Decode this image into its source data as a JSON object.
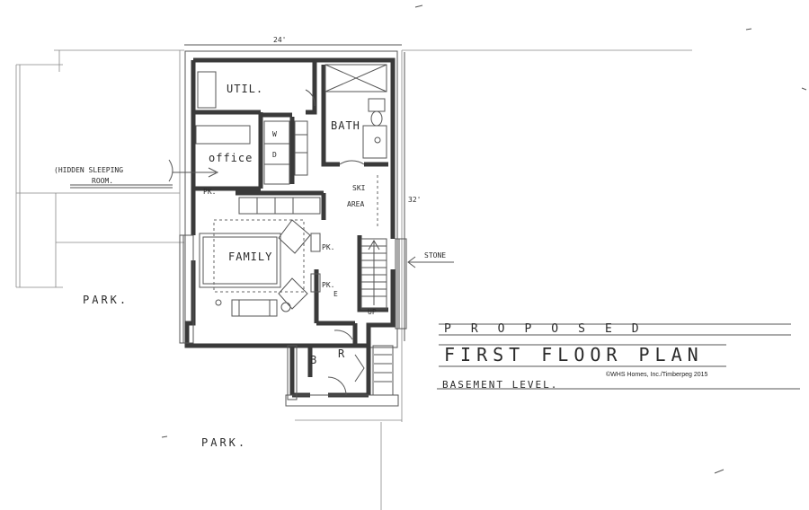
{
  "labels": {
    "width_dim": "24'",
    "height_dim": "32'",
    "util": "UTIL.",
    "bath": "BATH",
    "office": "office",
    "ski_area_1": "SKI",
    "ski_area_2": "AREA",
    "family": "FAMILY",
    "hidden_room_1": "(HIDDEN SLEEPING",
    "hidden_room_2": "ROOM.",
    "stone": "STONE",
    "up": "UP",
    "bench": "B",
    "r": "R",
    "wd_w": "W",
    "wd_d": "D",
    "pk_1": "PK.",
    "pk_2": "PK.",
    "pk_3": "PK.",
    "pk_e": "E",
    "park_1": "PARK.",
    "park_2": "PARK."
  },
  "title": {
    "line1": "PROPOSED",
    "line2": "FIRST FLOOR PLAN",
    "line3": "BASEMENT LEVEL."
  },
  "copyright": "©WHS Homes, Inc./Timberpeg 2015"
}
